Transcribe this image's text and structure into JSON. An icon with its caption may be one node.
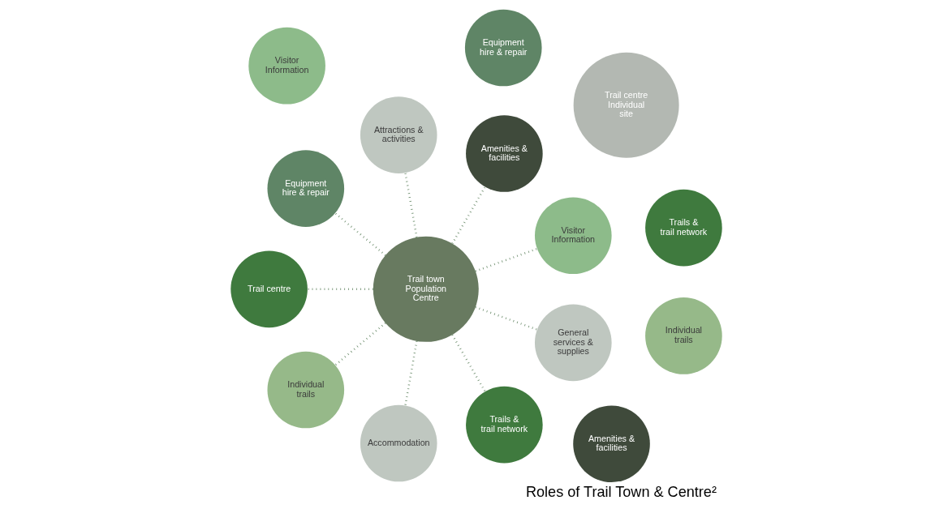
{
  "diagram": {
    "caption": "Roles of Trail Town & Centre²",
    "nodes": [
      {
        "text": [
          "Visitor Information"
        ]
      },
      {
        "text": [
          "Amenities & facilities"
        ]
      },
      {
        "text": [
          "Attractions & activities"
        ]
      },
      {
        "text": [
          "Equipment hire & repair"
        ]
      },
      {
        "text": [
          "Trail town",
          "Population Centre"
        ]
      },
      {
        "text": [
          "Trail centre"
        ]
      },
      {
        "text": [
          "Individual trails"
        ]
      },
      {
        "text": [
          "Accommodation"
        ]
      },
      {
        "text": [
          "Trails & trail network"
        ]
      },
      {
        "text": [
          "General services & supplies"
        ]
      },
      {
        "text": [
          "Visitor Information"
        ]
      },
      {
        "text": [
          "Trail centre",
          "Individual site"
        ]
      },
      {
        "text": [
          "Amenities & facilities"
        ]
      },
      {
        "text": [
          "Equipment hire & repair"
        ]
      },
      {
        "text": [
          "Individual trails"
        ]
      },
      {
        "text": [
          "Trails & trail network"
        ]
      }
    ],
    "edges": [
      {
        "from": 4,
        "to": 0,
        "arrow": "none",
        "style": "dashed"
      },
      {
        "from": 4,
        "to": 1,
        "arrow": "none",
        "style": "dashed"
      },
      {
        "from": 4,
        "to": 2,
        "arrow": "none",
        "style": "dashed"
      },
      {
        "from": 4,
        "to": 3,
        "arrow": "none",
        "style": "dashed"
      },
      {
        "from": 4,
        "to": 5,
        "arrow": "none",
        "style": "dashed"
      },
      {
        "from": 4,
        "to": 6,
        "arrow": "none",
        "style": "dashed"
      },
      {
        "from": 4,
        "to": 7,
        "arrow": "none",
        "style": "dashed"
      },
      {
        "from": 4,
        "to": 8,
        "arrow": "none",
        "style": "dashed"
      },
      {
        "from": 4,
        "to": 9,
        "arrow": "none",
        "style": "dashed"
      }
    ]
  }
}
